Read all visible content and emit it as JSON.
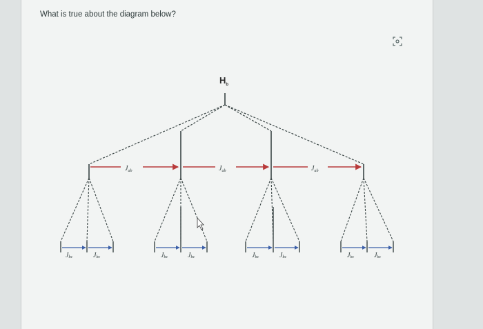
{
  "question": {
    "text": "What is true about the diagram below?"
  },
  "icons": {
    "scan": "scan-image-icon"
  },
  "diagram": {
    "top_label": "H",
    "top_label_sub": "b",
    "ab_labels": [
      {
        "main": "J",
        "sub": "ab"
      },
      {
        "main": "J",
        "sub": "ab"
      },
      {
        "main": "J",
        "sub": "ab"
      }
    ],
    "bc_labels": [
      {
        "main": "J",
        "sub": "bc"
      },
      {
        "main": "J",
        "sub": "bc"
      },
      {
        "main": "J",
        "sub": "bc"
      },
      {
        "main": "J",
        "sub": "bc"
      },
      {
        "main": "J",
        "sub": "bc"
      },
      {
        "main": "J",
        "sub": "bc"
      },
      {
        "main": "J",
        "sub": "bc"
      },
      {
        "main": "J",
        "sub": "bc"
      }
    ],
    "colors": {
      "line": "#3a4545",
      "arrow_ab": "#b83a3a",
      "arrow_bc": "#3b5fa8"
    }
  }
}
